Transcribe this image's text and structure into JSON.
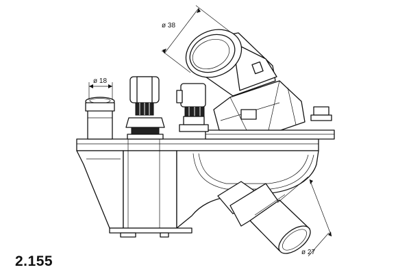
{
  "part_number": "2.155",
  "dimensions": {
    "outlet_large": "ø 38",
    "inlet_small": "ø 18",
    "outlet_lower": "ø 27"
  },
  "colors": {
    "line": "#111111",
    "background": "#ffffff"
  }
}
